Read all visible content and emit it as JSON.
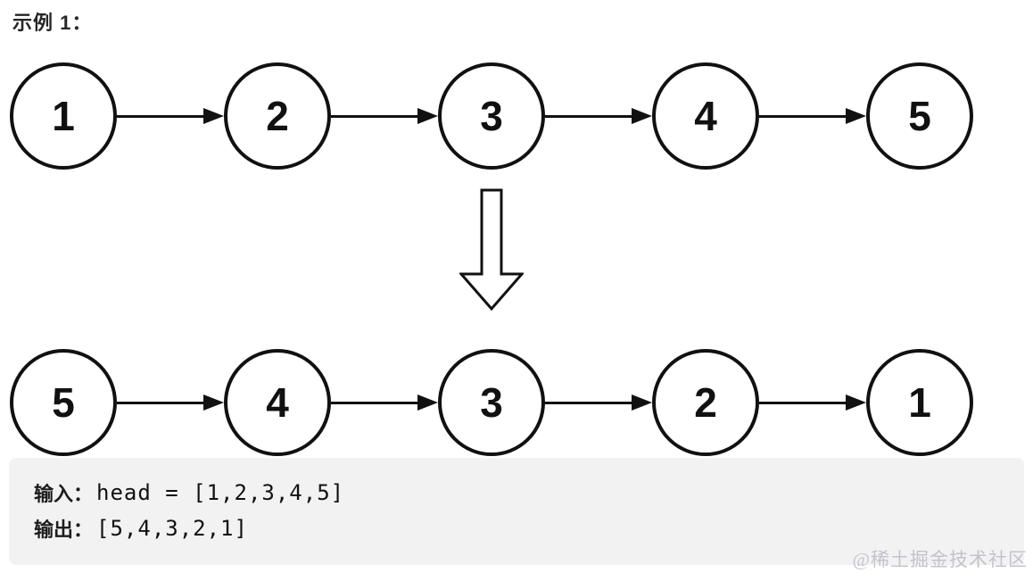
{
  "title": "示例 1：",
  "diagram": {
    "description": "singly linked list reversal example",
    "top_row": {
      "nodes": [
        "1",
        "2",
        "3",
        "4",
        "5"
      ]
    },
    "bottom_row": {
      "nodes": [
        "5",
        "4",
        "3",
        "2",
        "1"
      ]
    }
  },
  "io_box": {
    "input_label": "输入：",
    "input_value": "head = [1,2,3,4,5]",
    "output_label": "输出：",
    "output_value": "[5,4,3,2,1]"
  },
  "watermark": "@稀土掘金技术社区",
  "colors": {
    "stroke": "#111111",
    "node_fill": "#ffffff",
    "io_box_background": "#f2f2f3",
    "watermark_text": "#c3c4c8",
    "title_text": "#262626"
  }
}
